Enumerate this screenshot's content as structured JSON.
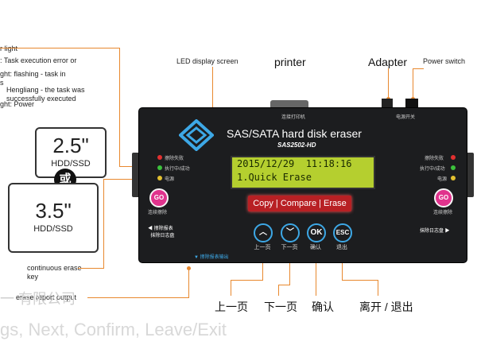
{
  "callouts": {
    "light_title": "r light",
    "light_red": ": Task execution error or",
    "light_flash": "ght: flashing - task in",
    "light_flash2": "s",
    "light_green": "Hengliang - the task was",
    "light_green2": "successfully executed",
    "light_power": "ght: Power",
    "lcd_display": "LED display screen",
    "printer": "printer",
    "adapter": "Adapter",
    "power_switch": "Power switch",
    "continuous_erase": "continuous erase",
    "continuous_erase2": "key",
    "report_output": "erase report output"
  },
  "disks": {
    "disk1_size": "2.5\"",
    "disk1_type": "HDD/SSD",
    "or_char": "或",
    "disk2_size": "3.5\"",
    "disk2_type": "HDD/SSD"
  },
  "device": {
    "title": "SAS/SATA hard disk eraser",
    "model": "SAS2502-HD",
    "lcd_line1": "2015/12/29  11:18:16",
    "lcd_line2": "1.Quick Erase",
    "menu": "Copy | Compare | Erase",
    "btn_go_left": "GO",
    "btn_go_right": "GO",
    "btn_up": "︿",
    "btn_down": "﹀",
    "btn_ok": "OK",
    "btn_esc": "ESC",
    "lbl_up": "上一页",
    "lbl_down": "下一页",
    "lbl_ok": "确认",
    "lbl_esc": "退出",
    "led_left_1": "擦除失败",
    "led_left_2": "执行中/成功",
    "led_left_3": "电源",
    "led_right_1": "擦除失败",
    "led_right_2": "执行中/成功",
    "led_right_3": "电源",
    "go_left_lbl": "连续擦除",
    "go_right_lbl": "连续擦除",
    "left_port_lbl": "◀ 擦除报表\n  抹除日志盘",
    "right_port_lbl": "抹除日志盘 ▶",
    "bottom_port_lbl": "▼ 擦除报表输出",
    "printer_lbl": "连接打印机",
    "power_lbl": "电源开关"
  },
  "bottom_labels": {
    "prev": "上一页",
    "next": "下一页",
    "confirm": "确认",
    "leave": "离开 / 退出",
    "english": "gs, Next, Confirm, Leave/Exit",
    "watermark": "一   有限公司"
  },
  "colors": {
    "accent_line": "#e8882e",
    "lcd_green": "#b5cf2f",
    "menu_red": "#b82024",
    "go_pink": "#e0338d",
    "nav_blue": "#3da8e6"
  }
}
